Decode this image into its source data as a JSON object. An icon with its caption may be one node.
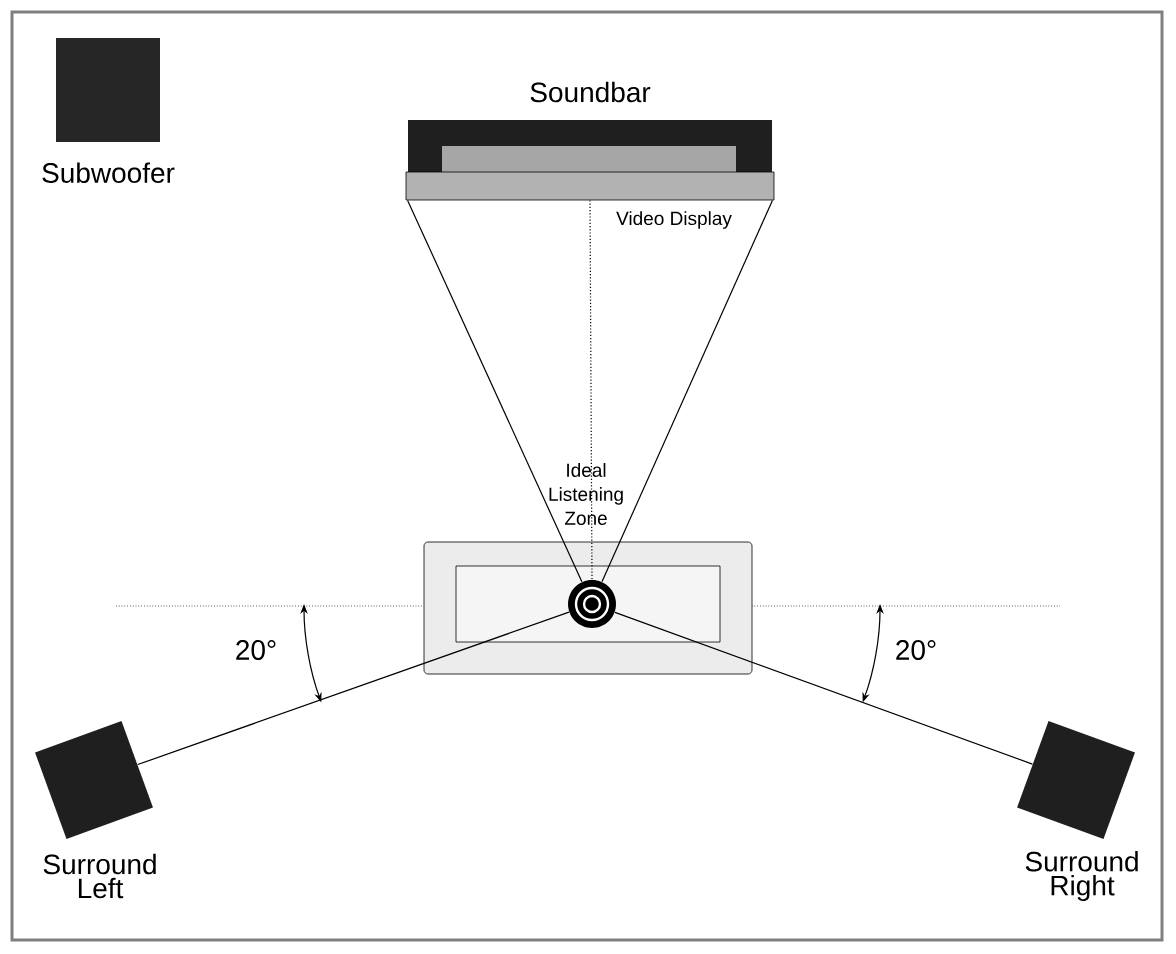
{
  "diagram": {
    "nodes": [
      {
        "text": [
          "Subwoofer"
        ]
      },
      {
        "text": [
          "Soundbar"
        ],
        "beside": [
          "Video Display"
        ]
      },
      {
        "text": [
          "Ideal Listening Zone"
        ]
      },
      {
        "text": [
          "Surround Left"
        ]
      },
      {
        "text": [
          "Surround Right"
        ]
      }
    ],
    "edges": [
      {
        "from": 1,
        "to": 2,
        "arrow": "none"
      },
      {
        "from": 1,
        "to": 2,
        "arrow": "none"
      },
      {
        "from": 1,
        "to": 2,
        "arrow": "none",
        "style": "dashed"
      },
      {
        "from": 3,
        "to": 2,
        "arrow": "none"
      },
      {
        "from": 4,
        "to": 2,
        "arrow": "none"
      }
    ],
    "labels": [
      "20°",
      "20°"
    ]
  }
}
